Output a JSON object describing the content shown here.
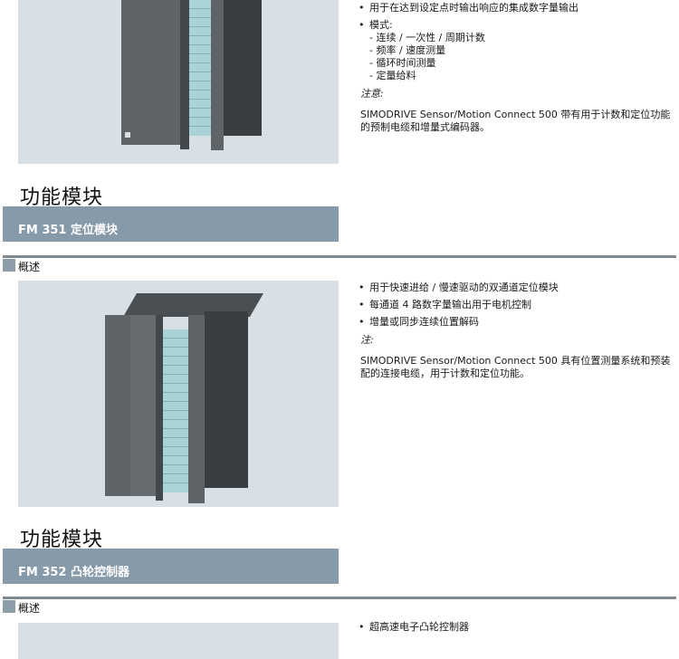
{
  "section1": {
    "bullets": [
      "用于在达到设定点时输出响应的集成数字量输出",
      "模式:"
    ],
    "modes": [
      "- 连续 / 一次性 / 周期计数",
      "- 频率 / 速度测量",
      "- 循环时间测量",
      "- 定量给料"
    ],
    "note_label": "注意:",
    "note_text": "SIMODRIVE Sensor/Motion Connect 500 带有用于计数和定位功能的预制电缆和增量式编码器。"
  },
  "section2": {
    "title": "功能模块",
    "header": "FM 351 定位模块",
    "overview_label": "概述",
    "bullets": [
      "用于快速进给 / 慢速驱动的双通道定位模块",
      "每通道 4 路数字量输出用于电机控制",
      "增量或同步连续位置解码"
    ],
    "note_label": "注:",
    "note_text": "SIMODRIVE Sensor/Motion Connect 500 具有位置测量系统和预装配的连接电缆，用于计数和定位功能。"
  },
  "section3": {
    "title": "功能模块",
    "header": "FM 352 凸轮控制器",
    "overview_label": "概述",
    "bullets": [
      "超高速电子凸轮控制器"
    ]
  },
  "colors": {
    "header_bar": "#879aaa",
    "image_bg": "#d8e0e6",
    "divider": "#7d8a94",
    "label_strip": "#a9d3d6"
  }
}
